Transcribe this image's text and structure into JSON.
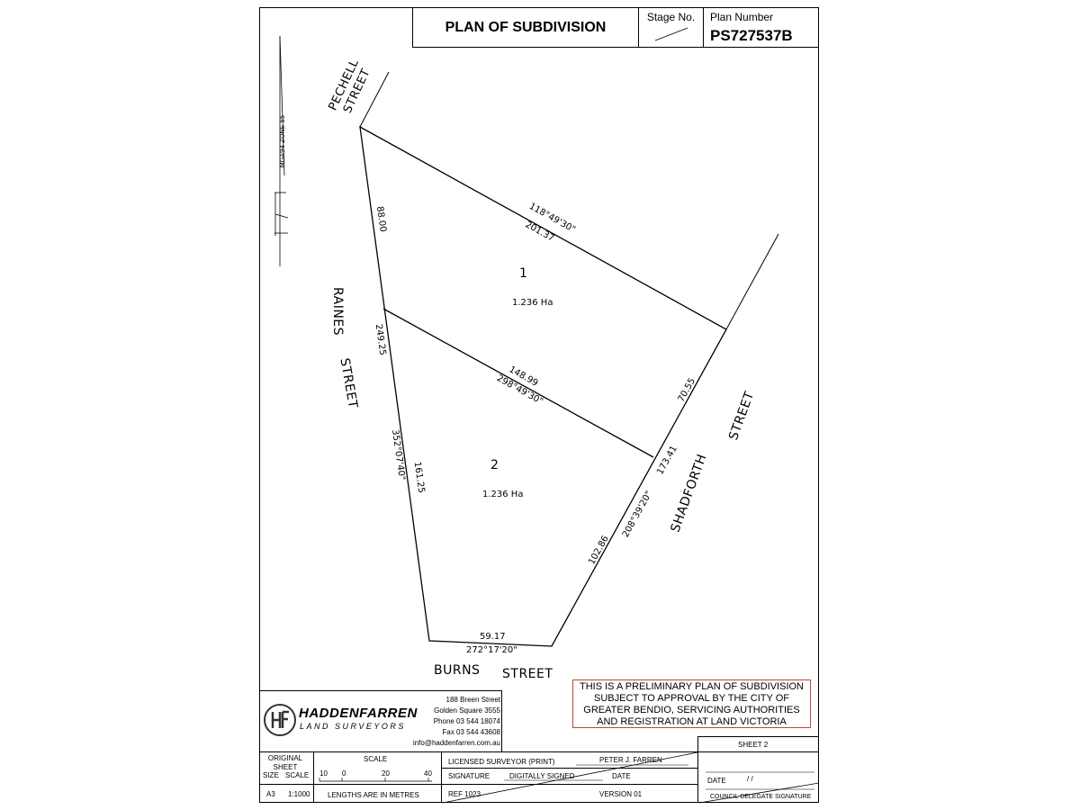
{
  "header": {
    "title": "PLAN OF SUBDIVISION",
    "stage_label": "Stage No.",
    "plan_label": "Plan Number",
    "plan_number": "PS727537B"
  },
  "grid": {
    "zone_label": "MGA94 ZONE 55"
  },
  "streets": {
    "pechell": "PECHELL STREET",
    "raines_1": "RAINES",
    "raines_2": "STREET",
    "shadforth_1": "SHADFORTH",
    "shadforth_2": "STREET",
    "burns_1": "BURNS",
    "burns_2": "STREET"
  },
  "lots": [
    {
      "number": "1",
      "area": "1.236  Ha"
    },
    {
      "number": "2",
      "area": "1.236  Ha"
    }
  ],
  "dimensions": {
    "north_bearing": "118°49'30\"",
    "north_length": "201.37",
    "west_top": "88.00",
    "west_total": "249.25",
    "west_bearing": "352°07'40\"",
    "west_bottom": "161.25",
    "mid_length": "148.99",
    "mid_bearing": "298°49'30\"",
    "east_top": "70.55",
    "east_total": "173.41",
    "east_bearing": "208°39'20\"",
    "east_bottom": "102.86",
    "south_length": "59.17",
    "south_bearing": "272°17'20\""
  },
  "notice": {
    "line1": "THIS IS A PRELIMINARY PLAN OF SUBDIVISION",
    "line2": "SUBJECT TO APPROVAL BY THE CITY OF",
    "line3": "GREATER BENDIO, SERVICING AUTHORITIES",
    "line4": "AND REGISTRATION AT LAND VICTORIA"
  },
  "firm": {
    "name": "HADDENFARREN",
    "sub": "LAND SURVEYORS",
    "address1": "188 Breen Street",
    "address2": "Golden Square 3555",
    "phone": "Phone  03 544 18074",
    "fax": "Fax  03 544 43608",
    "email": "info@haddenfarren.com.au"
  },
  "titleblock": {
    "original_sheet": "ORIGINAL SHEET",
    "size_label": "SIZE",
    "scale_label": "SCALE",
    "scale_header": "SCALE",
    "scale_ticks": [
      "10",
      "0",
      "20",
      "40"
    ],
    "size_value": "A3",
    "scale_value": "1:1000",
    "lengths_note": "LENGTHS ARE IN METRES",
    "surveyor_label": "LICENSED SURVEYOR (PRINT)",
    "surveyor_name": "PETER J. FARREN",
    "signature_label": "SIGNATURE",
    "signature_value": "DIGITALLY SIGNED",
    "date_label": "DATE",
    "ref": "REF 1023",
    "version": "VERSION 01",
    "sheet": "SHEET  2",
    "council_date": "DATE",
    "council_date_blank": "/     /",
    "council_sig": "COUNCIL DELEGATE SIGNATURE"
  }
}
